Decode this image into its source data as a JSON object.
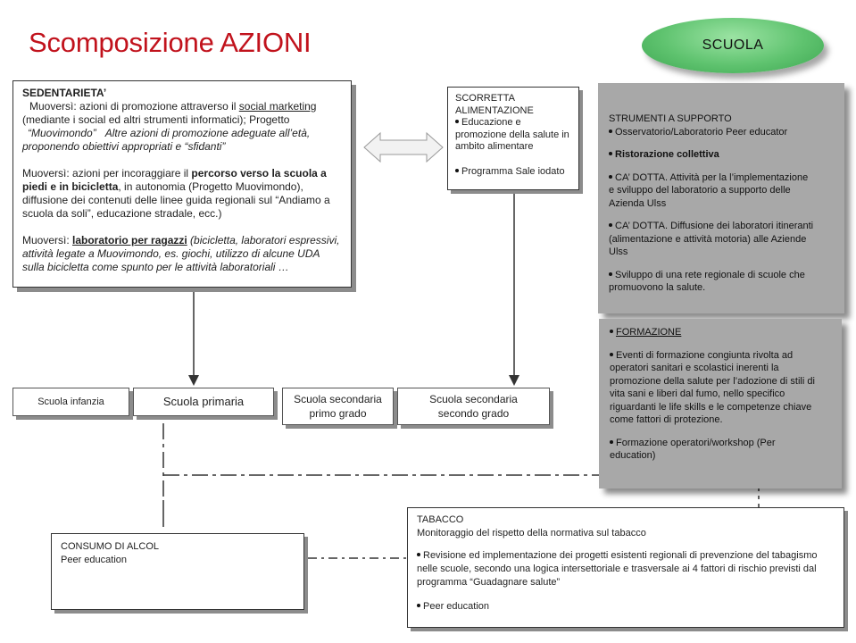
{
  "slide": {
    "title": "Scomposizione AZIONI",
    "badge": "SCUOLA"
  },
  "sedentarieta": {
    "heading": "SEDENTARIETA’",
    "p1_a": "Muoversì: azioni di promozione attraverso il ",
    "p1_link": "social marketing",
    "p1_b": "(mediante i social ed altri strumenti informatici); Progetto",
    "p1_c": "“Muovimondo”",
    "p1_d": "Altre azioni di promozione adeguate all’età,",
    "p1_e": "proponendo obiettivi appropriati e “sfidanti”",
    "p2_a": "Muoversì: azioni per incoraggiare il ",
    "p2_b": "percorso verso la scuola a",
    "p2_c": "piedi e in bicicletta",
    "p2_d": ", in autonomia (Progetto Muovimondo),",
    "p2_e": "diffusione dei contenuti delle linee guida regionali sul “Andiamo a",
    "p2_f": "scuola da soli”, educazione stradale, ecc.)",
    "p3_a": "Muoversì: ",
    "p3_b": "laboratorio per ragazzi",
    "p3_c": " (bicicletta, laboratori espressivi,",
    "p3_d": "attività legate a Muovimondo, es. giochi, utilizzo di alcune UDA",
    "p3_e": "sulla bicicletta come spunto per le attività laboratoriali …"
  },
  "alimentazione": {
    "heading1": "SCORRETTA",
    "heading2": "ALIMENTAZIONE",
    "item1_a": "Educazione e",
    "item1_b": "promozione della salute in",
    "item1_c": "ambito alimentare",
    "item2": "Programma Sale iodato"
  },
  "supporto": {
    "heading": "STRUMENTI A SUPPORTO",
    "item1": "Osservatorio/Laboratorio  Peer educator",
    "item2": "Ristorazione collettiva",
    "item3_a": "CA’  DOTTA. Attività per la l’implementazione",
    "item3_b": "e sviluppo del laboratorio a supporto delle",
    "item3_c": "Azienda Ulss",
    "item4_a": "CA’  DOTTA. Diffusione dei laboratori itineranti",
    "item4_b": "(alimentazione e attività motoria) alle Aziende",
    "item4_c": "Ulss",
    "item5_a": "Sviluppo di una rete regionale di scuole che",
    "item5_b": "promuovono la salute."
  },
  "formazione": {
    "heading": "FORMAZIONE",
    "item1_a": "Eventi di formazione congiunta rivolta ad",
    "item1_b": "operatori sanitari e scolastici inerenti la",
    "item1_c": "promozione della salute per l’adozione di stili di",
    "item1_d": "vita sani e liberi dal fumo, nello specifico",
    "item1_e": "riguardanti le life skills e le competenze chiave",
    "item1_f": "come fattori di protezione.",
    "item2_a": "Formazione operatori/workshop (Per",
    "item2_b": "education)"
  },
  "schools": {
    "infanzia": "Scuola infanzia",
    "primaria": "Scuola primaria",
    "sec1_a": "Scuola secondaria",
    "sec1_b": "primo grado",
    "sec2_a": "Scuola secondaria",
    "sec2_b": "secondo grado"
  },
  "alcol": {
    "heading": "CONSUMO DI ALCOL",
    "body": "Peer education"
  },
  "tabacco": {
    "heading": "TABACCO",
    "line1": "Monitoraggio del rispetto della normativa sul tabacco",
    "item1_a": "Revisione ed implementazione dei progetti esistenti regionali di prevenzione del tabagismo",
    "item1_b": "nelle scuole, secondo una logica intersettoriale e trasversale  ai 4 fattori di rischio previsti dal",
    "item1_c": "programma “Guadagnare salute”",
    "item2": "Peer education"
  }
}
